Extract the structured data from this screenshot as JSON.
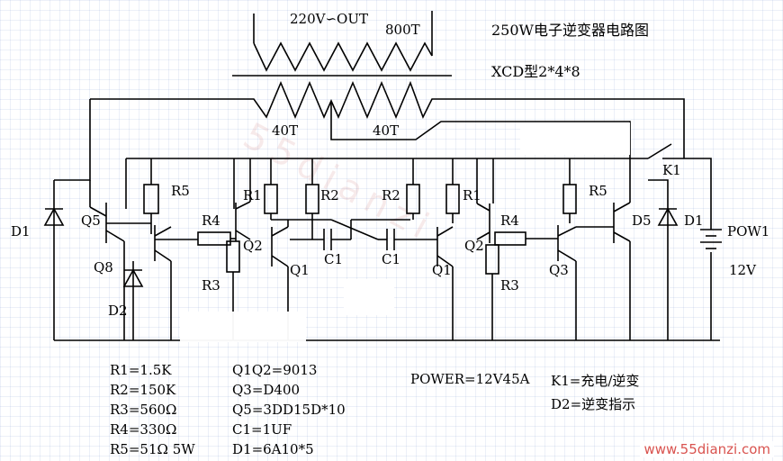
{
  "title": "250W电子逆变器电路图",
  "core": "XCD型2*4*8",
  "transformer": {
    "output_label": "220V∽OUT",
    "secondary_turns": "800T",
    "primary_left_turns": "40T",
    "primary_right_turns": "40T"
  },
  "labels": {
    "r5_left": "R5",
    "r4_left": "R4",
    "r3_left": "R3",
    "r1_left": "R1",
    "r2_left": "R2",
    "q5": "Q5",
    "q8": "Q8",
    "d1_left": "D1",
    "d2": "D2",
    "q2_left": "Q2",
    "q1_left": "Q1",
    "c1_left": "C1",
    "r2_right": "R2",
    "r1_right": "R1",
    "r4_right": "R4",
    "r3_right": "R3",
    "r5_right": "R5",
    "c1_right": "C1",
    "q1_right": "Q1",
    "q2_right": "Q2",
    "q3": "Q3",
    "d5": "D5",
    "d1_right": "D1",
    "k1": "K1",
    "pow1": "POW1",
    "voltage": "12V"
  },
  "parts_list": {
    "col1": [
      "R1=1.5K",
      "R2=150K",
      "R3=560Ω",
      "R4=330Ω",
      "R5=51Ω 5W"
    ],
    "col2": [
      "Q1Q2=9013",
      "Q3=D400",
      "Q5=3DD15D*10",
      "C1=1UF",
      "D1=6A10*5"
    ]
  },
  "notes": {
    "power": "POWER=12V45A",
    "k1_note": "K1=充电/逆变",
    "d2_note": "D2=逆变指示"
  },
  "watermark": "www.55dianzi.com",
  "colors": {
    "ink": "#000000",
    "grid": "#d6e0f0",
    "watermark": "#d9534f"
  }
}
